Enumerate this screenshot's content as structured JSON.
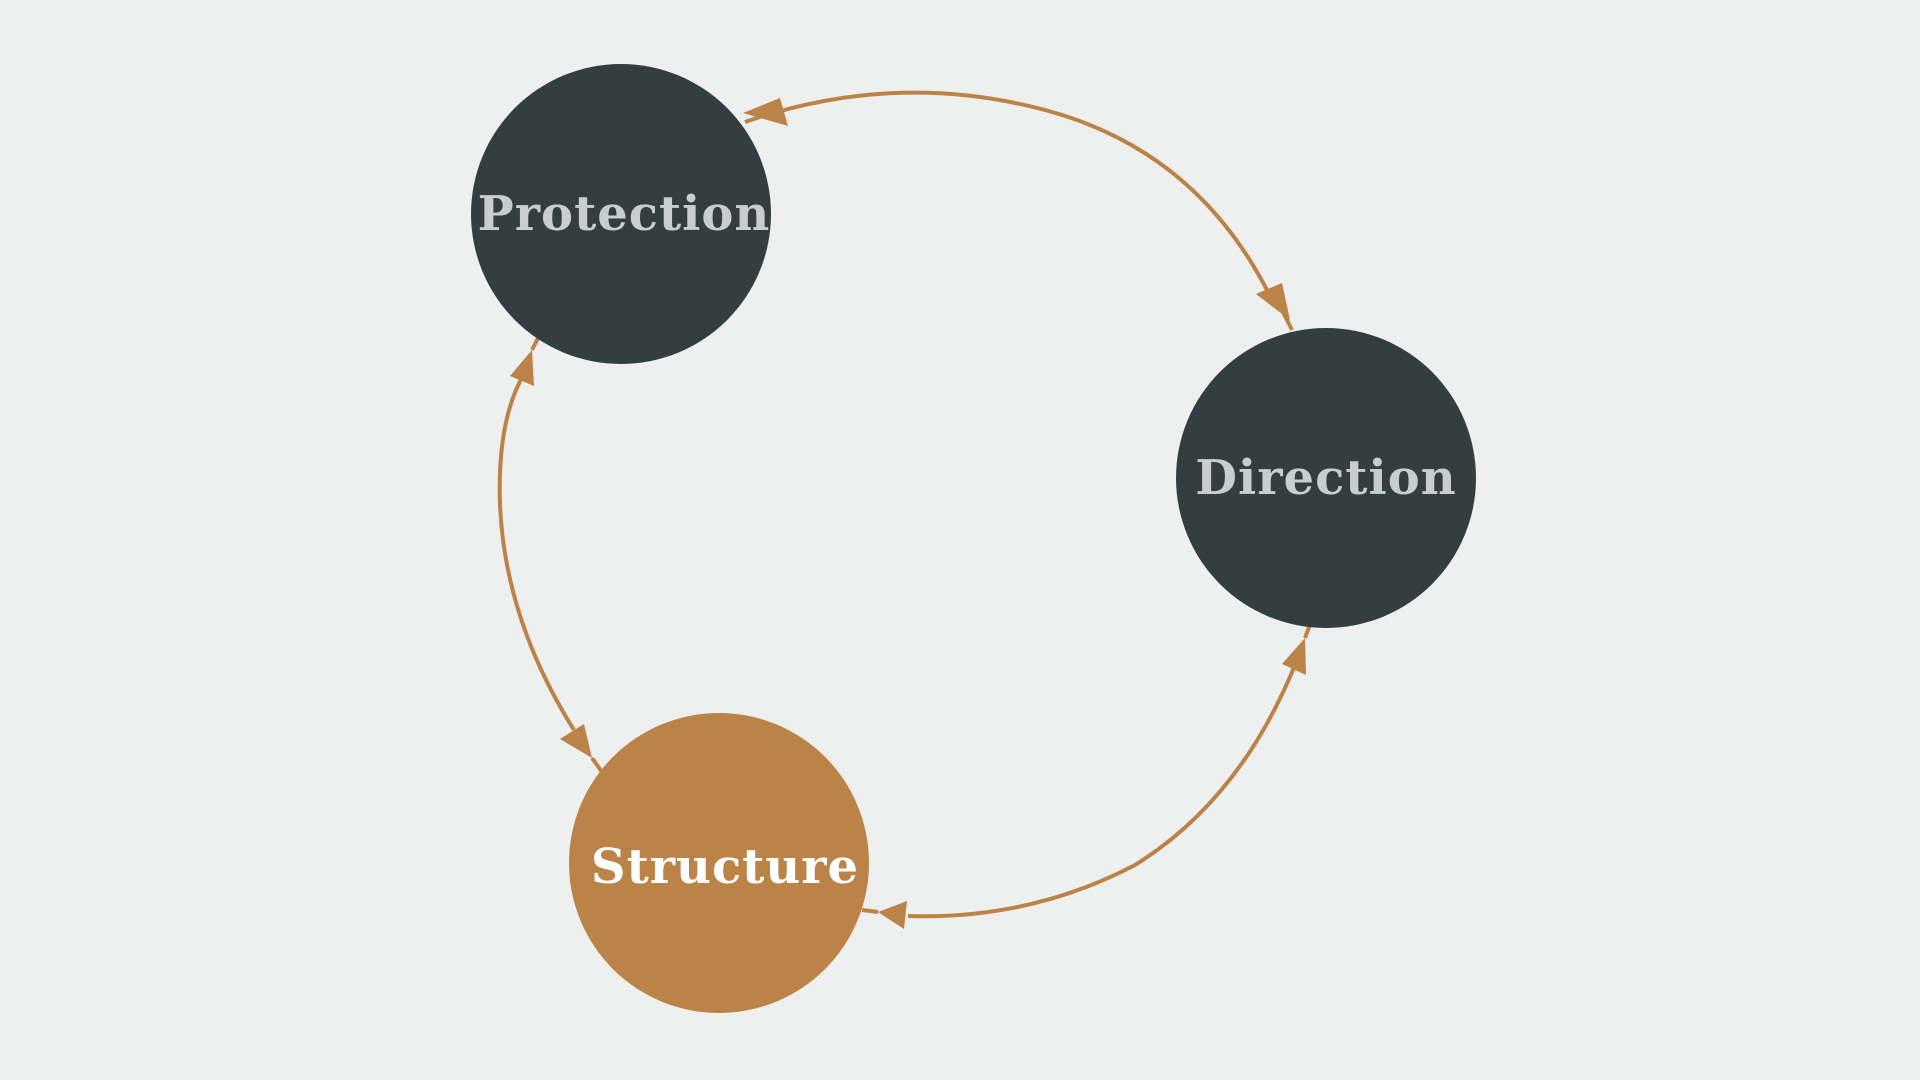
{
  "colors": {
    "background": "#edf0ee",
    "node_dark": "#353e3f",
    "node_accent": "#bb8347",
    "label_dark_node": "#c8cdcd",
    "label_accent_node": "#ffffff",
    "connector": "#bb8347"
  },
  "nodes": [
    {
      "id": "protection",
      "label": "Protection",
      "style": "dark"
    },
    {
      "id": "direction",
      "label": "Direction",
      "style": "dark"
    },
    {
      "id": "structure",
      "label": "Structure",
      "style": "accent"
    }
  ],
  "edges": [
    {
      "from": "protection",
      "to": "direction",
      "arrows": "both"
    },
    {
      "from": "direction",
      "to": "structure",
      "arrows": "both"
    },
    {
      "from": "structure",
      "to": "protection",
      "arrows": "both"
    }
  ]
}
